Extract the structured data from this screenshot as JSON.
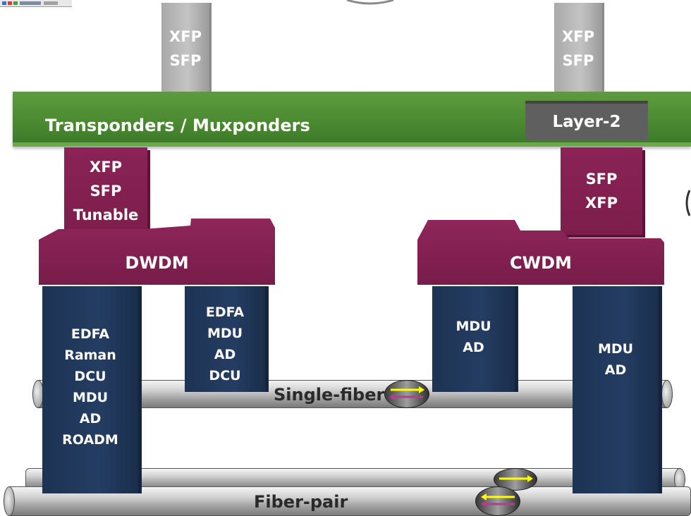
{
  "diagram": {
    "top_left_module": [
      "XFP",
      "SFP"
    ],
    "top_right_module": [
      "XFP",
      "SFP"
    ],
    "transponder_bar_label": "Transponders / Muxponders",
    "layer2_label": "Layer-2",
    "dwdm_client_module": [
      "XFP",
      "SFP",
      "Tunable"
    ],
    "cwdm_client_module": [
      "SFP",
      "XFP"
    ],
    "dwdm_label": "DWDM",
    "cwdm_label": "CWDM",
    "dwdm_left_pillar": [
      "EDFA",
      "Raman",
      "DCU",
      "MDU",
      "AD",
      "ROADM"
    ],
    "dwdm_inner_pillar": [
      "EDFA",
      "MDU",
      "AD",
      "DCU"
    ],
    "cwdm_inner_pillar": [
      "MDU",
      "AD"
    ],
    "cwdm_right_pillar": [
      "MDU",
      "AD"
    ],
    "single_fiber_label": "Single-fiber",
    "fiber_pair_label": "Fiber-pair"
  },
  "colors": {
    "transponder_bar": "#4a8a30",
    "layer2_box": "#5f5f5f",
    "wdm_blocks": "#7c1e4c",
    "pillars": "#1f3659",
    "sfp_modules": "#b4b4b4",
    "arrow_yellow": "#ffff00",
    "arrow_magenta": "#b0408a"
  }
}
